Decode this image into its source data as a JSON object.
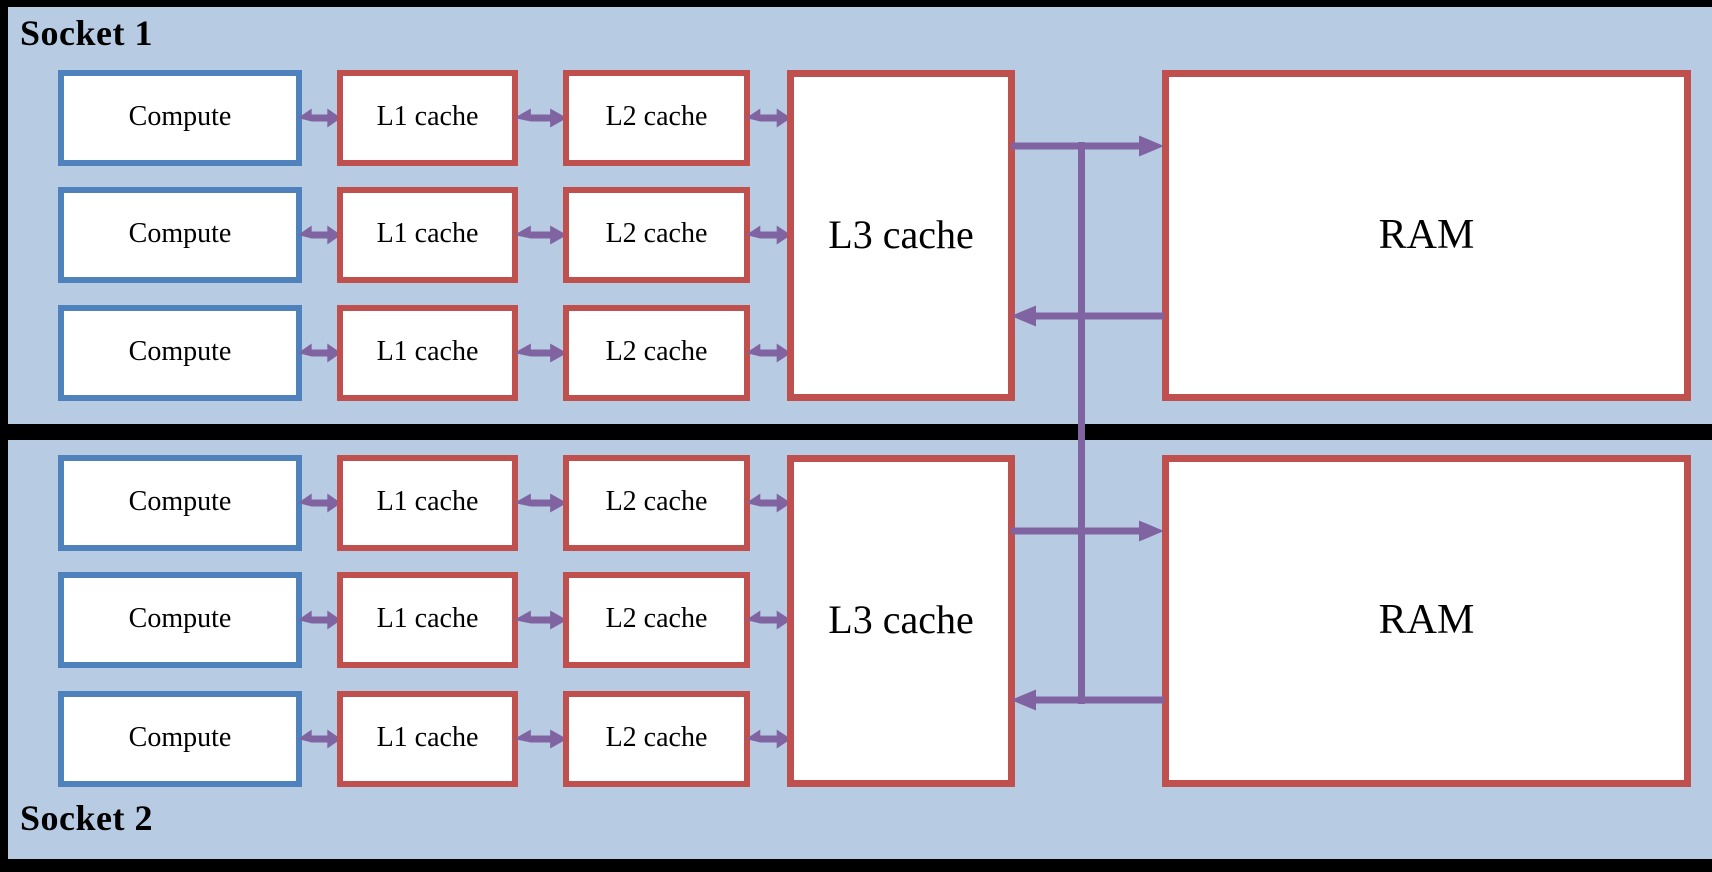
{
  "sockets": [
    {
      "label": "Socket 1"
    },
    {
      "label": "Socket 2"
    }
  ],
  "labels": {
    "compute": "Compute",
    "l1": "L1 cache",
    "l2": "L2 cache",
    "l3": "L3 cache",
    "ram": "RAM"
  },
  "icons": {
    "bidirectional_arrow": "↔",
    "arrow_right": "→",
    "arrow_left": "←"
  },
  "colors": {
    "background": "#000000",
    "panel": "#b7cbe3",
    "compute_border": "#4f81bd",
    "cache_border": "#c0504d",
    "arrow": "#8064a2",
    "box_fill": "#ffffff",
    "text": "#000000"
  }
}
